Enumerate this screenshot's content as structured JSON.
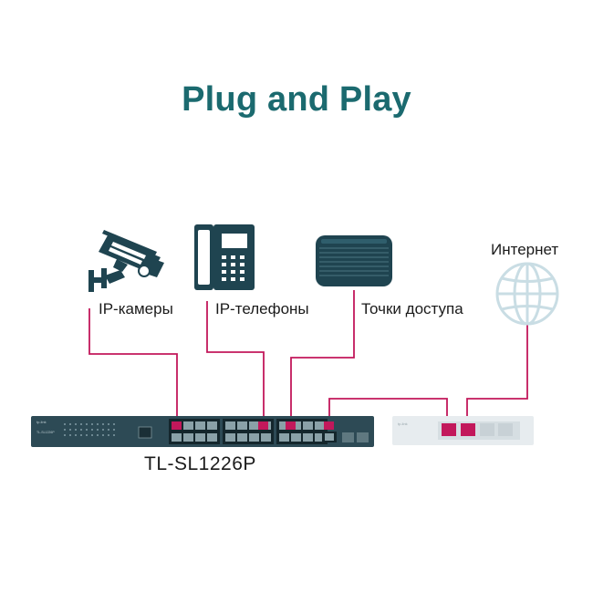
{
  "title": "Plug and Play",
  "devices": {
    "ip_cameras": "IP-камеры",
    "ip_phones": "IP-телефоны",
    "access_points": "Точки доступа",
    "internet": "Интернет"
  },
  "switch": {
    "model": "TL-SL1226P",
    "brand_mark": "tp-link",
    "model_mark": "TL-SL1226P"
  },
  "router": {
    "brand_mark": "tp-link"
  },
  "colors": {
    "title": "#1b6a6f",
    "cable": "#c2185b",
    "switch_body": "#2d4a55",
    "icon": "#1f4450",
    "globe": "#c9dde4",
    "router_body": "#e7ecef"
  }
}
